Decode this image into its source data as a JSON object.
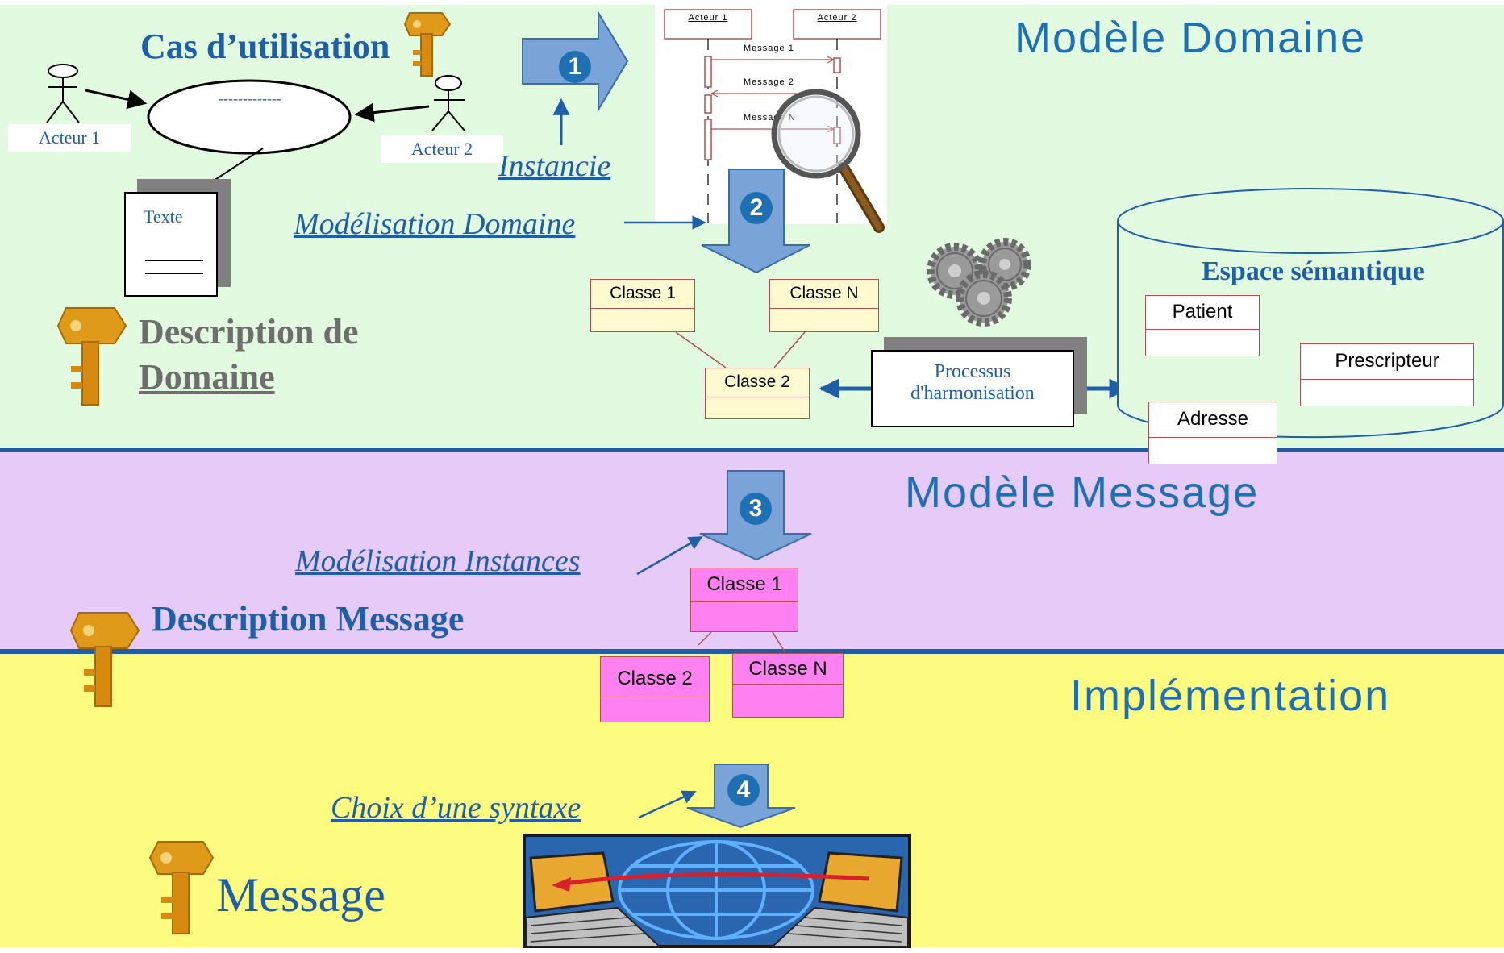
{
  "bands": {
    "domain_title": "Modèle Domaine",
    "message_title": "Modèle Message",
    "implementation_title": "Implémentation"
  },
  "use_case": {
    "title": "Cas d’utilisation",
    "oval_text": "-------------",
    "actor1": "Acteur 1",
    "actor2": "Acteur 2",
    "doc_label": "Texte"
  },
  "domain_description": {
    "line1": "Description de",
    "line2": "Domaine"
  },
  "steps": {
    "step1": "1",
    "step2": "2",
    "step3": "3",
    "step4": "4",
    "instancie": "Instancie",
    "modelisation_domaine": "Modélisation Domaine",
    "modelisation_instances": "Modélisation Instances",
    "choix_syntaxe": "Choix d’une syntaxe"
  },
  "sequence_diagram": {
    "actor1": "Acteur 1",
    "actor2": "Acteur 2",
    "msg1": "Message 1",
    "msg2": "Message 2",
    "msgN": "Message N"
  },
  "domain_classes": {
    "c1": "Classe 1",
    "cN": "Classe N",
    "c2": "Classe 2"
  },
  "harmonisation": {
    "line1": "Processus",
    "line2": "d'harmonisation"
  },
  "semantic_space": {
    "title": "Espace sémantique",
    "patient": "Patient",
    "prescripteur": "Prescripteur",
    "adresse": "Adresse"
  },
  "message_classes": {
    "c1": "Classe 1",
    "c2": "Classe 2",
    "cN": "Classe N"
  },
  "message_description": "Description Message",
  "implementation_message": "Message",
  "colors": {
    "domain_bg": "#e2fbe0",
    "message_bg": "#e6caf7",
    "implementation_bg": "#fdfc80",
    "separator": "#1d5fa0",
    "title_blue": "#1f6fb3",
    "arrow_fill": "#7aa3d8"
  }
}
